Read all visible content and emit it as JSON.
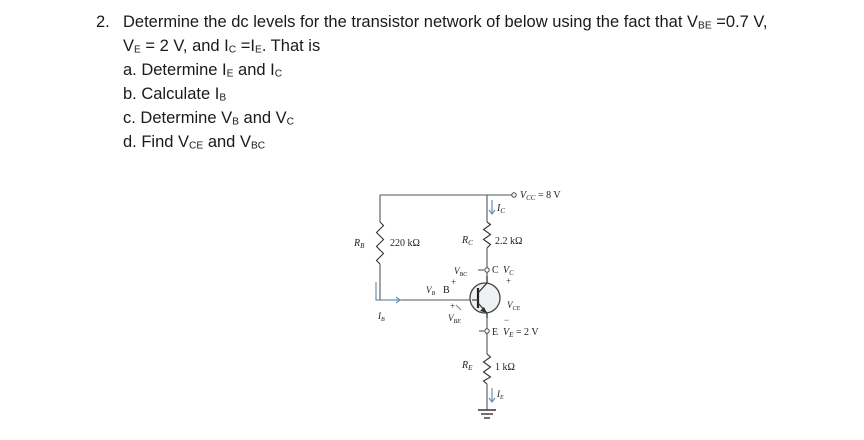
{
  "question": {
    "number": "2.",
    "line1": "Determine the dc levels for the transistor network of below using the fact that V",
    "line1_sub1": "BE",
    "line1_end": " =0.7 V,",
    "line2_a": "V",
    "line2_sub1": "E",
    "line2_b": " = 2 V, and I",
    "line2_sub2": "C",
    "line2_c": " =I",
    "line2_sub3": "E",
    "line2_d": ". That is"
  },
  "parts": [
    {
      "prefix": "a. Determine I",
      "sub1": "E",
      "mid": " and I",
      "sub2": "C"
    },
    {
      "prefix": "b. Calculate I",
      "sub1": "B",
      "mid": "",
      "sub2": ""
    },
    {
      "prefix": "c. Determine V",
      "sub1": "B",
      "mid": " and V",
      "sub2": "C"
    },
    {
      "prefix": "d. Find V",
      "sub1": "CE",
      "mid": " and V",
      "sub2": "BC"
    }
  ],
  "circuit": {
    "vcc_label": "V",
    "vcc_sub": "CC",
    "vcc_value": " = 8 V",
    "ic_label": "I",
    "ic_sub": "C",
    "rb_label": "R",
    "rb_sub": "B",
    "rb_value": "220 kΩ",
    "rc_label": "R",
    "rc_sub": "C",
    "rc_value": "2.2 kΩ",
    "vbc_label": "V",
    "vbc_sub": "BC",
    "c_node": "C",
    "vc_label": "V",
    "vc_sub": "C",
    "vb_label": "V",
    "vb_sub": "B",
    "b_node": "B",
    "vce_label": "V",
    "vce_sub": "CE",
    "ib_label": "I",
    "ib_sub": "B",
    "vbe_label": "V",
    "vbe_sub": "BE",
    "e_node": "E",
    "ve_label": "V",
    "ve_sub": "E",
    "ve_value": " = 2 V",
    "re_label": "R",
    "re_sub": "E",
    "re_value": "1 kΩ",
    "ie_label": "I",
    "ie_sub": "E",
    "plus": "+",
    "minus": "−"
  }
}
